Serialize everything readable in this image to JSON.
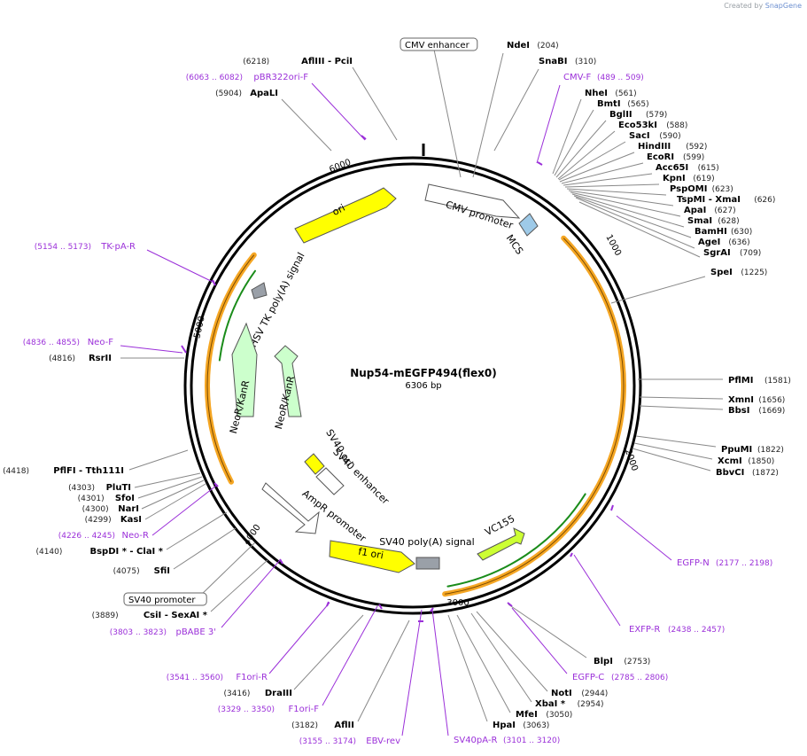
{
  "credit": {
    "prefix": "Created by",
    "brand": "SnapGene"
  },
  "plasmid": {
    "name": "Nup54-mEGFP494(flex0)",
    "size_label": "6306 bp"
  },
  "colors": {
    "primer": "#9b30d9",
    "site": "#000000",
    "coord": "#222222",
    "backbone": "#000000",
    "orange_feature": "#f5a623",
    "green_feature": "#1a8c1a"
  },
  "ticks": [
    "1000",
    "2000",
    "3000",
    "4000",
    "5000",
    "6000"
  ],
  "features": [
    {
      "label": "CMV promoter",
      "color": "#ffffff",
      "shape": "arrow"
    },
    {
      "label": "MCS",
      "color": "#9ecae8",
      "shape": "box"
    },
    {
      "label": "ori",
      "color": "#ffff00",
      "shape": "arrow"
    },
    {
      "label": "HSV TK poly(A) signal",
      "color": "#9aa0a8",
      "shape": "box"
    },
    {
      "label": "NeoR/KanR",
      "color": "#ccffcc",
      "shape": "arrow"
    },
    {
      "label": "NeoR/KanR",
      "color": "#ccffcc",
      "shape": "arrow"
    },
    {
      "label": "SV40 ori",
      "color": "#ffff00",
      "shape": "box"
    },
    {
      "label": "SV40 enhancer",
      "color": "#ffffff",
      "shape": "box"
    },
    {
      "label": "AmpR promoter",
      "color": "#ffffff",
      "shape": "arrow"
    },
    {
      "label": "f1 ori",
      "color": "#ffff00",
      "shape": "arrow"
    },
    {
      "label": "SV40 poly(A) signal",
      "color": "#9aa0a8",
      "shape": "box"
    },
    {
      "label": "VC155",
      "color": "#ccff33",
      "shape": "arrow"
    }
  ],
  "labels_right": [
    {
      "name": "NdeI",
      "pos": "(204)",
      "kind": "site"
    },
    {
      "name": "SnaBI",
      "pos": "(310)",
      "kind": "site"
    },
    {
      "name": "CMV-F",
      "pos": "(489 .. 509)",
      "kind": "primer"
    },
    {
      "name": "NheI",
      "pos": "(561)",
      "kind": "site"
    },
    {
      "name": "BmtI",
      "pos": "(565)",
      "kind": "site"
    },
    {
      "name": "BglII",
      "pos": "(579)",
      "kind": "site"
    },
    {
      "name": "Eco53kI",
      "pos": "(588)",
      "kind": "site"
    },
    {
      "name": "SacI",
      "pos": "(590)",
      "kind": "site"
    },
    {
      "name": "HindIII",
      "pos": "(592)",
      "kind": "site"
    },
    {
      "name": "EcoRI",
      "pos": "(599)",
      "kind": "site"
    },
    {
      "name": "Acc65I",
      "pos": "(615)",
      "kind": "site"
    },
    {
      "name": "KpnI",
      "pos": "(619)",
      "kind": "site"
    },
    {
      "name": "PspOMI",
      "pos": "(623)",
      "kind": "site"
    },
    {
      "name": "TspMI - XmaI",
      "pos": "(626)",
      "kind": "site"
    },
    {
      "name": "ApaI",
      "pos": "(627)",
      "kind": "site"
    },
    {
      "name": "SmaI",
      "pos": "(628)",
      "kind": "site"
    },
    {
      "name": "BamHI",
      "pos": "(630)",
      "kind": "site"
    },
    {
      "name": "AgeI",
      "pos": "(636)",
      "kind": "site"
    },
    {
      "name": "SgrAI",
      "pos": "(709)",
      "kind": "site"
    },
    {
      "name": "SpeI",
      "pos": "(1225)",
      "kind": "site"
    },
    {
      "name": "PflMI",
      "pos": "(1581)",
      "kind": "site"
    },
    {
      "name": "XmnI",
      "pos": "(1656)",
      "kind": "site"
    },
    {
      "name": "BbsI",
      "pos": "(1669)",
      "kind": "site"
    },
    {
      "name": "PpuMI",
      "pos": "(1822)",
      "kind": "site"
    },
    {
      "name": "XcmI",
      "pos": "(1850)",
      "kind": "site"
    },
    {
      "name": "BbvCI",
      "pos": "(1872)",
      "kind": "site"
    },
    {
      "name": "EGFP-N",
      "pos": "(2177 .. 2198)",
      "kind": "primer"
    },
    {
      "name": "EXFP-R",
      "pos": "(2438 .. 2457)",
      "kind": "primer"
    },
    {
      "name": "BlpI",
      "pos": "(2753)",
      "kind": "site"
    },
    {
      "name": "EGFP-C",
      "pos": "(2785 .. 2806)",
      "kind": "primer"
    },
    {
      "name": "NotI",
      "pos": "(2944)",
      "kind": "site"
    },
    {
      "name": "XbaI *",
      "pos": "(2954)",
      "kind": "site"
    },
    {
      "name": "MfeI",
      "pos": "(3050)",
      "kind": "site"
    },
    {
      "name": "HpaI",
      "pos": "(3063)",
      "kind": "site"
    },
    {
      "name": "SV40pA-R",
      "pos": "(3101 .. 3120)",
      "kind": "primer"
    }
  ],
  "labels_left": [
    {
      "name": "CMV enhancer",
      "pos": "",
      "kind": "boxed"
    },
    {
      "name": "AflIII - PciI",
      "pos": "(6218)",
      "kind": "site"
    },
    {
      "name": "pBR322ori-F",
      "pos": "(6063 .. 6082)",
      "kind": "primer"
    },
    {
      "name": "ApaLI",
      "pos": "(5904)",
      "kind": "site"
    },
    {
      "name": "TK-pA-R",
      "pos": "(5154 .. 5173)",
      "kind": "primer"
    },
    {
      "name": "Neo-F",
      "pos": "(4836 .. 4855)",
      "kind": "primer"
    },
    {
      "name": "RsrII",
      "pos": "(4816)",
      "kind": "site"
    },
    {
      "name": "PflFI - Tth111I",
      "pos": "(4418)",
      "kind": "site"
    },
    {
      "name": "PluTI",
      "pos": "(4303)",
      "kind": "site"
    },
    {
      "name": "SfoI",
      "pos": "(4301)",
      "kind": "site"
    },
    {
      "name": "NarI",
      "pos": "(4300)",
      "kind": "site"
    },
    {
      "name": "KasI",
      "pos": "(4299)",
      "kind": "site"
    },
    {
      "name": "Neo-R",
      "pos": "(4226 .. 4245)",
      "kind": "primer"
    },
    {
      "name": "BspDI * - ClaI *",
      "pos": "(4140)",
      "kind": "site"
    },
    {
      "name": "SfiI",
      "pos": "(4075)",
      "kind": "site"
    },
    {
      "name": "SV40 promoter",
      "pos": "",
      "kind": "boxed"
    },
    {
      "name": "CsiI - SexAI *",
      "pos": "(3889)",
      "kind": "site"
    },
    {
      "name": "pBABE 3'",
      "pos": "(3803 .. 3823)",
      "kind": "primer"
    },
    {
      "name": "F1ori-R",
      "pos": "(3541 .. 3560)",
      "kind": "primer"
    },
    {
      "name": "DraIII",
      "pos": "(3416)",
      "kind": "site"
    },
    {
      "name": "F1ori-F",
      "pos": "(3329 .. 3350)",
      "kind": "primer"
    },
    {
      "name": "AflII",
      "pos": "(3182)",
      "kind": "site"
    },
    {
      "name": "EBV-rev",
      "pos": "(3155 .. 3174)",
      "kind": "primer"
    }
  ]
}
